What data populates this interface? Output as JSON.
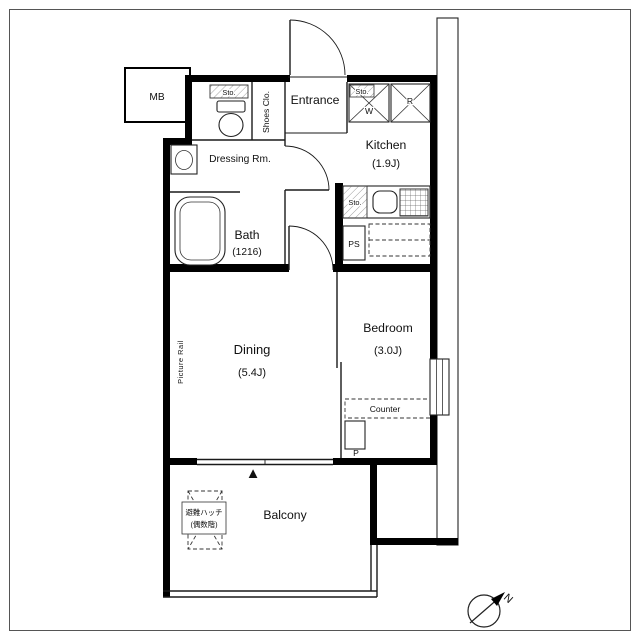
{
  "colors": {
    "walls": "#000000",
    "lines": "#1a1a1a",
    "background": "#ffffff"
  },
  "rooms": {
    "entrance": "Entrance",
    "kitchen": "Kitchen",
    "kitchen_size": "(1.9J)",
    "dressing": "Dressing Rm.",
    "bath": "Bath",
    "bath_size": "(1216)",
    "dining": "Dining",
    "dining_size": "(5.4J)",
    "bedroom": "Bedroom",
    "bedroom_size": "(3.0J)",
    "balcony": "Balcony"
  },
  "fixtures": {
    "meter_box": "MB",
    "storage_toilet": "Sto.",
    "shoes_closet": "Shoes Clo.",
    "storage_kitchen": "Sto.",
    "washer": "W",
    "refrigerator": "R",
    "storage_counter": "Sto.",
    "pipe_space": "PS",
    "pipe": "P",
    "counter": "Counter",
    "picture_rail": "Picture Rail"
  },
  "annotations": {
    "evac_hatch_line1": "避難ハッチ",
    "evac_hatch_line2": "(偶数階)",
    "balcony_marker": "▲"
  },
  "compass": {
    "north": "N"
  }
}
